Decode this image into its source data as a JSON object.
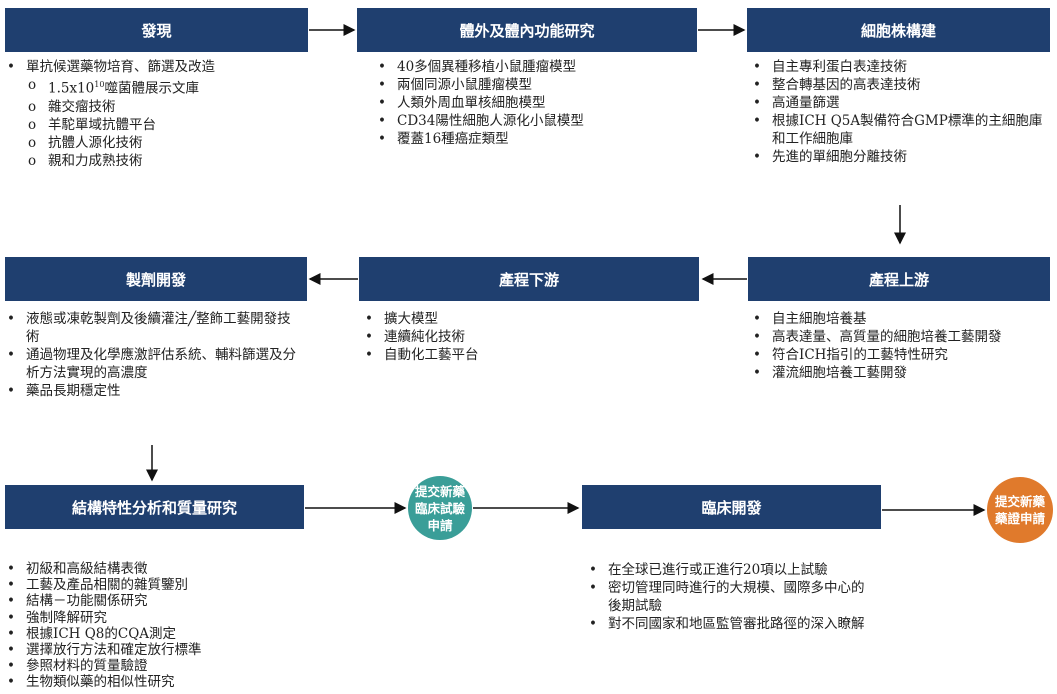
{
  "colors": {
    "box": "#1f3f6f",
    "ind_circle": "#3a9e98",
    "bla_circle": "#e07a2c"
  },
  "boxes": {
    "discovery": "發現",
    "in_vitro_vivo": "體外及體內功能研究",
    "cell_line": "細胞株構建",
    "formulation": "製劑開發",
    "downstream": "產程下游",
    "upstream": "產程上游",
    "characterization": "結構特性分析和質量研究",
    "clinical": "臨床開發"
  },
  "circles": {
    "ind": "提交新藥臨床試驗申請",
    "bla": "提交新藥藥證申請"
  },
  "lists": {
    "discovery": {
      "main": "單抗候選藥物培育、篩選及改造",
      "sub_first_prefix": "1.5x10",
      "sub_first_sup": "10",
      "sub_first_suffix": "噬菌體展示文庫",
      "subs": [
        "雜交瘤技術",
        "羊駝單域抗體平台",
        "抗體人源化技術",
        "親和力成熟技術"
      ]
    },
    "in_vitro_vivo": [
      "40多個異種移植小鼠腫瘤模型",
      "兩個同源小鼠腫瘤模型",
      "人類外周血單核細胞模型",
      "CD34陽性細胞人源化小鼠模型",
      "覆蓋16種癌症類型"
    ],
    "cell_line": [
      "自主專利蛋白表達技術",
      "整合轉基因的高表達技術",
      "高通量篩選",
      "根據ICH Q5A製備符合GMP標準的主細胞庫和工作細胞庫",
      "先進的單細胞分離技術"
    ],
    "formulation": [
      "液態或凍乾製劑及後續灌注╱整飾工藝開發技術",
      "通過物理及化學應激評估系統、輔料篩選及分析方法實現的高濃度",
      "藥品長期穩定性"
    ],
    "downstream": [
      "擴大模型",
      "連續純化技術",
      "自動化工藝平台"
    ],
    "upstream": [
      "自主細胞培養基",
      "高表達量、高質量的細胞培養工藝開發",
      "符合ICH指引的工藝特性研究",
      "灌流細胞培養工藝開發"
    ],
    "characterization": [
      "初級和高級結構表徵",
      "工藝及產品相關的雜質鑒別",
      "結構－功能關係研究",
      "強制降解研究",
      "根據ICH Q8的CQA測定",
      "選擇放行方法和確定放行標準",
      "參照材料的質量驗證",
      "生物類似藥的相似性研究"
    ],
    "clinical": [
      "在全球已進行或正進行20項以上試驗",
      "密切管理同時進行的大規模、國際多中心的後期試驗",
      "對不同國家和地區監管審批路徑的深入瞭解"
    ]
  }
}
